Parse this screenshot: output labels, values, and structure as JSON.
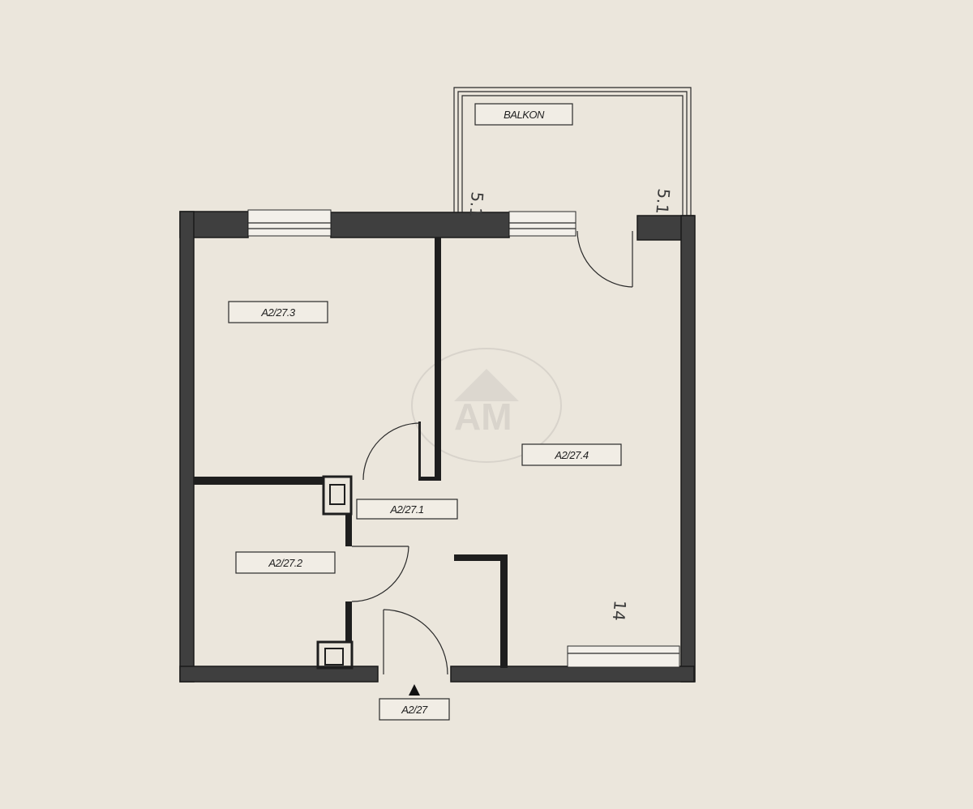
{
  "rooms": {
    "balcony": "BALKON",
    "room_3": "A2/27.3",
    "room_4": "A2/27.4",
    "room_1": "A2/27.1",
    "room_2": "A2/27.2"
  },
  "entrance": {
    "label": "A2/27"
  },
  "handwritten": {
    "balcony_left": "5.1",
    "balcony_right": "5.1",
    "room_4_corner": "14"
  },
  "watermark": {
    "text": "AM"
  },
  "colors": {
    "paper": "#ebe6dc",
    "wall_fill": "#3f3f3f",
    "line": "#2a2a2a"
  }
}
